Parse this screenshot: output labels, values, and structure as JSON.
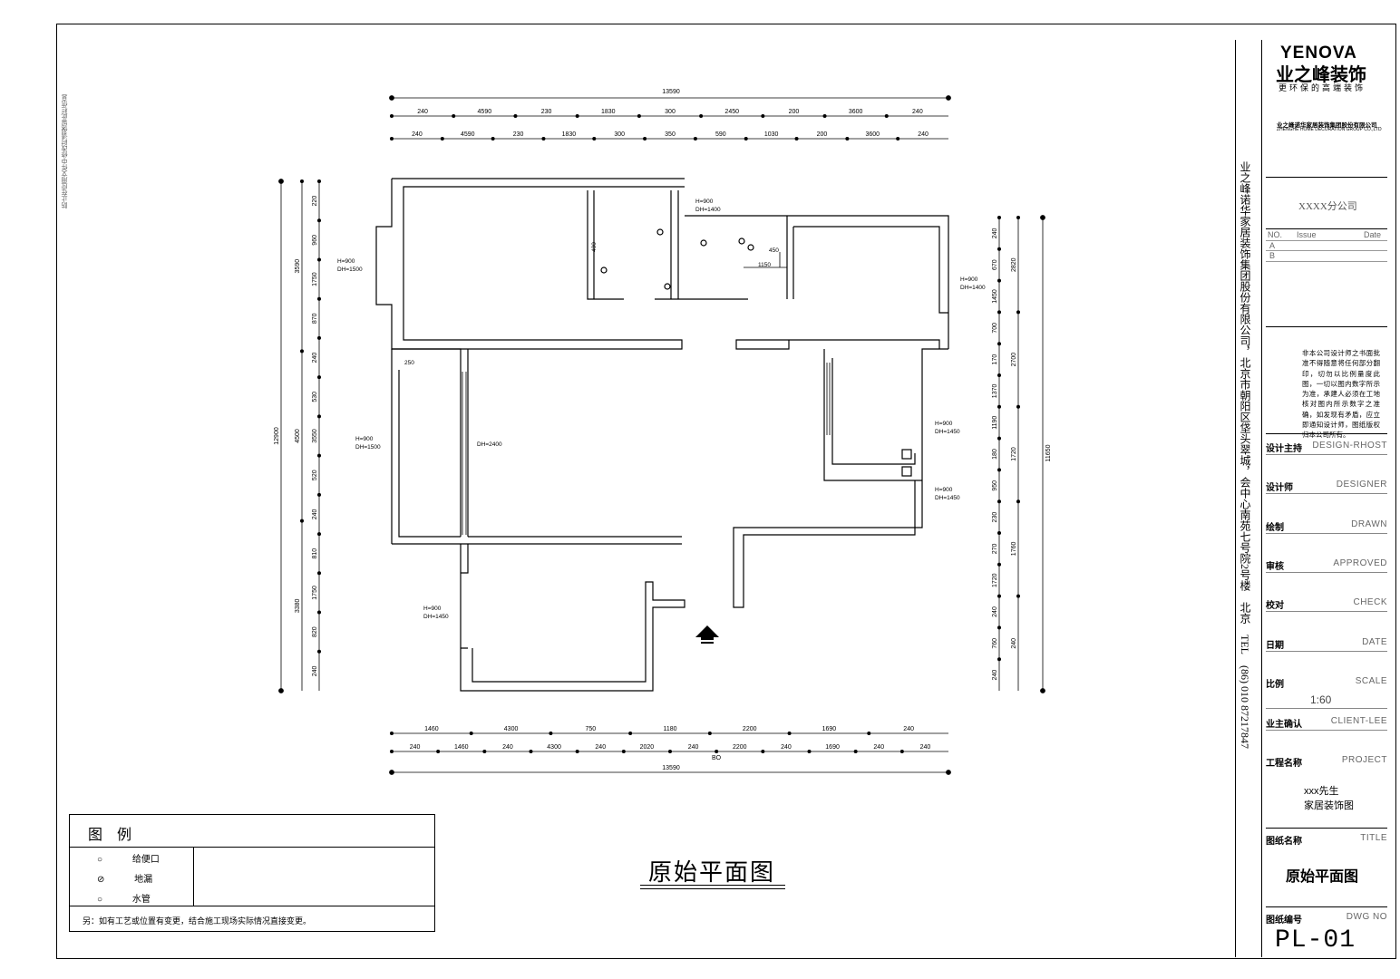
{
  "sheet": {
    "main_title": "原始平面图",
    "left_margin_note": "防止在应用文件中修改时请保留此栏信息",
    "company_vertical": "业之峰诺华家居装饰集团股份有限公司，北京市朝阳区垡头翠城，会中心南苑七号院2号楼　北京　TEL　(86)  010  87217847"
  },
  "title_block": {
    "brand": "YENOVA",
    "brand_cn": "业之峰装饰",
    "slogan": "更环保的高端装饰",
    "company_small": "业之峰诺华家居装饰集团股份有限公司",
    "company_en": "ZHENGHE HOME DECORATION GROUP CO.,LTD",
    "branch": "XXXX分公司",
    "issue_header": {
      "no": "NO.",
      "issue": "Issue",
      "date": "Date"
    },
    "issue_rows": [
      "A",
      "B"
    ],
    "notice": "非本公司设计师之书面批准不得随意将任何部分翻印，切勿以比例量度此图，一切以图内数字所示为准，承建人必须在工地核对图内所示数字之准确，如发现有矛盾，应立即通知设计师，图纸版权归本公司所有。",
    "rows": [
      {
        "k": "设计主持",
        "v": "DESIGN-RHOST"
      },
      {
        "k": "设计师",
        "v": "DESIGNER"
      },
      {
        "k": "绘制",
        "v": "DRAWN"
      },
      {
        "k": "审核",
        "v": "APPROVED"
      },
      {
        "k": "校对",
        "v": "CHECK"
      },
      {
        "k": "日期",
        "v": "DATE"
      },
      {
        "k": "比例",
        "v": "SCALE"
      }
    ],
    "scale_value": "1:60",
    "client_label": "业主确认",
    "client_en": "CLIENT-LEE",
    "project_label": "工程名称",
    "project_en": "PROJECT",
    "project_name_1": "xxx先生",
    "project_name_2": "家居装饰图",
    "drawing_name_label": "图纸名称",
    "drawing_name_en": "TITLE",
    "drawing_name": "原始平面图",
    "drawing_no_label": "图纸编号",
    "drawing_no_en": "DWG NO",
    "drawing_no": "PL-01"
  },
  "legend": {
    "title": "图　例",
    "items": [
      {
        "symbol": "○",
        "label": "给便口"
      },
      {
        "symbol": "⊘",
        "label": "地漏"
      },
      {
        "symbol": "○",
        "label": "水管"
      }
    ],
    "note": "另：如有工艺或位置有变更，结合施工现场实际情况直接变更。"
  },
  "dimensions": {
    "top_total": "13590",
    "top_row1": [
      "240",
      "4590",
      "230",
      "1830",
      "300",
      "2450",
      "200",
      "3600",
      "240"
    ],
    "top_row2": [
      "240",
      "4590",
      "230",
      "1830",
      "300",
      "350",
      "590",
      "1030",
      "200",
      "3600",
      "240"
    ],
    "bottom_total": "13590",
    "bottom_row1": [
      "1460",
      "4300",
      "750",
      "1180",
      "2200",
      "1690",
      "240"
    ],
    "bottom_row2": [
      "240",
      "1460",
      "240",
      "4300",
      "240",
      "2020",
      "240",
      "2200",
      "240",
      "1690",
      "240",
      "240"
    ],
    "bottom_door": "BO",
    "left_total": "12900",
    "left_outer": [
      "3590",
      "4500",
      "3380"
    ],
    "left_inner": [
      "220",
      "960",
      "1750",
      "870",
      "240",
      "530",
      "3550",
      "520",
      "240",
      "810",
      "1750",
      "820",
      "240"
    ],
    "right_total": "11650",
    "right_outer": [
      "2820",
      "2700",
      "1720",
      "1760",
      "240"
    ],
    "right_inner": [
      "240",
      "670",
      "1450",
      "700",
      "170",
      "1370",
      "1190",
      "180",
      "950",
      "230",
      "270",
      "1720",
      "240",
      "760",
      "240"
    ]
  },
  "tags": {
    "top_bath": [
      "H=900",
      "DH=1400"
    ],
    "left_window": [
      "H=900",
      "DH=1500"
    ],
    "left_bay": [
      "H=900",
      "DH=1500"
    ],
    "living_door": "DH=2400",
    "right_window": [
      "H=900",
      "DH=1400"
    ],
    "right_1": [
      "H=900",
      "DH=1450"
    ],
    "right_2": [
      "H=900",
      "DH=1450"
    ],
    "left_bottom": [
      "H=900",
      "DH=1450"
    ],
    "kitchen_dims": [
      "450",
      "1150"
    ],
    "bath_dim": "400",
    "small_dim": "250"
  }
}
